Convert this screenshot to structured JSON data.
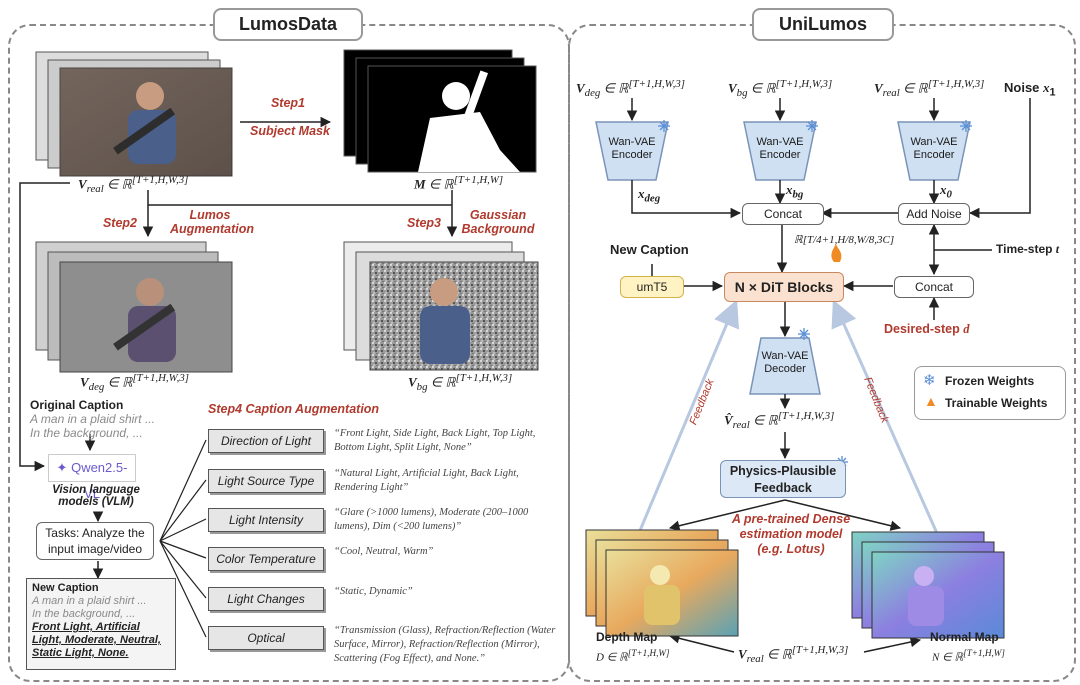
{
  "left_panel": {
    "title": "LumosData",
    "step1": "Step1",
    "subject_mask": "Subject Mask",
    "v_real": "V",
    "v_real_sub": "real",
    "v_real_set": "∈ ℝ",
    "v_real_sup": "[T+1,H,W,3]",
    "m_label": "M",
    "m_set": "∈ ℝ",
    "m_sup": "[T+1,H,W]",
    "step2": "Step2",
    "lumos_aug": "Lumos Augmentation",
    "step3": "Step3",
    "gaussian_bg": "Gaussian Background",
    "v_deg": "V",
    "v_deg_sub": "deg",
    "v_deg_set": "∈ ℝ",
    "v_deg_sup": "[T+1,H,W,3]",
    "v_bg": "V",
    "v_bg_sub": "bg",
    "v_bg_set": "∈ ℝ",
    "v_bg_sup": "[T+1,H,W,3]",
    "original_caption_title": "Original Caption",
    "original_caption_line1": "A man in a plaid shirt ...",
    "original_caption_line2": "In the background, ...",
    "qwen": "Qwen2.5-VL",
    "vlm_label": "Vision language models (VLM)",
    "tasks": "Tasks: Analyze the input image/video",
    "new_caption_title": "New Caption",
    "new_caption_line1": "A man in a plaid shirt ...",
    "new_caption_line2": "In the background, ...",
    "new_caption_bold": "Front Light, Artificial Light, Moderate, Neutral, Static Light, None.",
    "step4": "Step4 Caption Augmentation",
    "augmentations": [
      {
        "label": "Direction of Light",
        "value": "“Front Light, Side Light, Back Light, Top Light, Bottom Light, Split Light, None”"
      },
      {
        "label": "Light Source Type",
        "value": "“Natural Light, Artificial Light, Back Light, Rendering Light”"
      },
      {
        "label": "Light Intensity",
        "value": "“Glare (>1000 lumens), Moderate (200–1000 lumens), Dim (<200 lumens)”"
      },
      {
        "label": "Color Temperature",
        "value": "“Cool,  Neutral, Warm”"
      },
      {
        "label": "Light Changes",
        "value": "“Static, Dynamic”"
      },
      {
        "label": "Optical",
        "value": "“Transmission (Glass), Refraction/Reflection (Water Surface, Mirror), Refraction/Reflection (Mirror), Scattering (Fog Effect), and None.”"
      }
    ]
  },
  "right_panel": {
    "title": "UniLumos",
    "in_deg": "V",
    "in_deg_sub": "deg",
    "in_deg_set": "∈ ℝ",
    "in_deg_sup": "[T+1,H,W,3]",
    "in_bg": "V",
    "in_bg_sub": "bg",
    "in_bg_set": "∈ ℝ",
    "in_bg_sup": "[T+1,H,W,3]",
    "in_real": "V",
    "in_real_sub": "real",
    "in_real_set": "∈ ℝ",
    "in_real_sup": "[T+1,H,W,3]",
    "noise": "Noise ",
    "noise_var": "x",
    "noise_sub": "1",
    "encoder": "Wan-VAE Encoder",
    "x_deg": "x",
    "x_deg_sub": "deg",
    "x_bg": "x",
    "x_bg_sub": "bg",
    "x_0": "x",
    "x_0_sub": "0",
    "concat": "Concat",
    "add_noise": "Add Noise",
    "latent_dim": "ℝ[T/4+1,H/8,W/8,3C]",
    "new_caption": "New Caption",
    "umt5": "umT5",
    "dit": "N × DiT Blocks",
    "timestep": "Time-step ",
    "timestep_var": "t",
    "concat2": "Concat",
    "desired": "Desired-step ",
    "desired_var": "d",
    "decoder": "Wan-VAE Decoder",
    "v_hat": "V̂",
    "v_hat_sub": "real",
    "v_hat_set": "∈ ℝ",
    "v_hat_sup": "[T+1,H,W,3]",
    "physics": "Physics-Plausible Feedback",
    "feedback": "Feedback",
    "pretrained": "A pre-trained Dense estimation model (e.g. Lotus)",
    "legend_frozen": "Frozen Weights",
    "legend_trainable": "Trainable Weights",
    "depth_map": "Depth Map",
    "depth_eq": "D",
    "depth_set": "∈ ℝ",
    "depth_sup": "[T+1,H,W]",
    "normal_map": "Normal Map",
    "normal_eq": "N",
    "normal_set": "∈ ℝ",
    "normal_sup": "[T+1,H,W]",
    "bottom_v": "V",
    "bottom_v_sub": "real",
    "bottom_v_set": "∈ ℝ",
    "bottom_v_sup": "[T+1,H,W,3]"
  },
  "colors": {
    "accent_red": "#b03a2e",
    "encoder_blue": "#cfe0f3",
    "umt5_yellow": "#fff3c4",
    "dit_orange": "#fbe1cf",
    "feedback_arrow": "#b8c8e0"
  }
}
